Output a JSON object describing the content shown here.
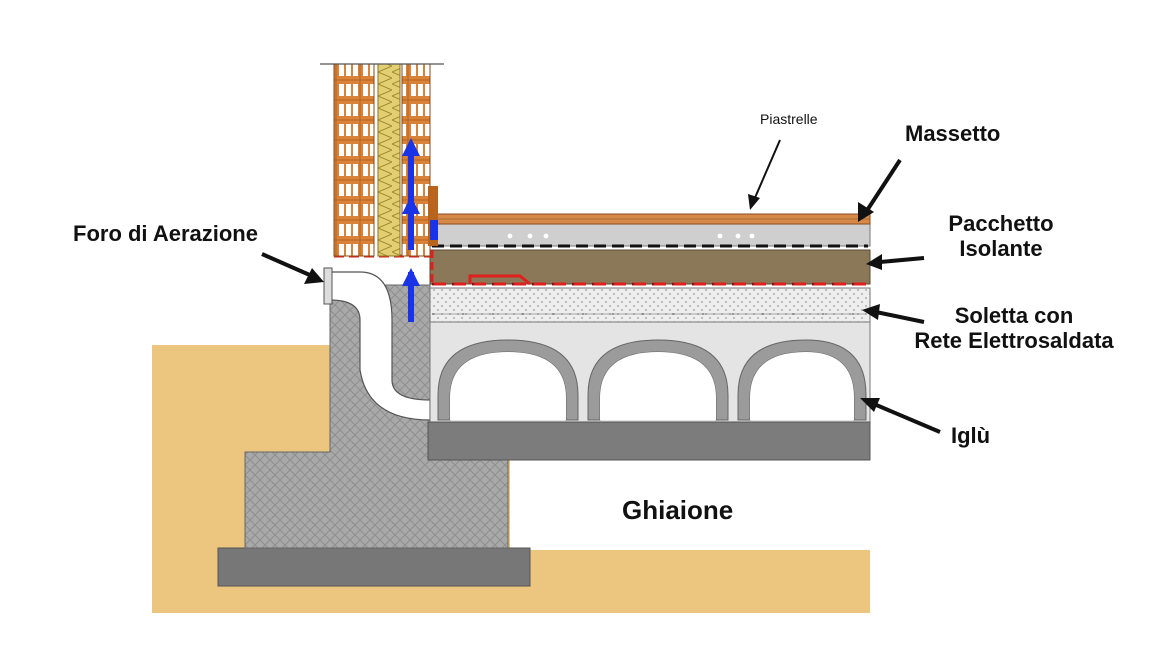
{
  "labels": {
    "piastrelle": "Piastrelle",
    "massetto": "Massetto",
    "pacchetto_line1": "Pacchetto",
    "pacchetto_line2": "Isolante",
    "soletta_line1": "Soletta con",
    "soletta_line2": "Rete Elettrosaldata",
    "iglu": "Iglù",
    "foro": "Foro di Aerazione",
    "ghiaione": "Ghiaione"
  },
  "colors": {
    "ground": "#ecc67e",
    "concrete": "#a8a8a8",
    "slab_dark": "#7a7a7a",
    "brick": "#d8823a",
    "insulation": "#e2cf72",
    "insulation_layer": "#8a7858",
    "membrane_red": "#e0201c",
    "airflow_blue": "#1a33e6",
    "igloo_fill": "#e8e8e8",
    "gravel_fill": "#ffffff"
  },
  "icons": [
    "arrow-up-icon",
    "pointer-arrow-icon"
  ]
}
